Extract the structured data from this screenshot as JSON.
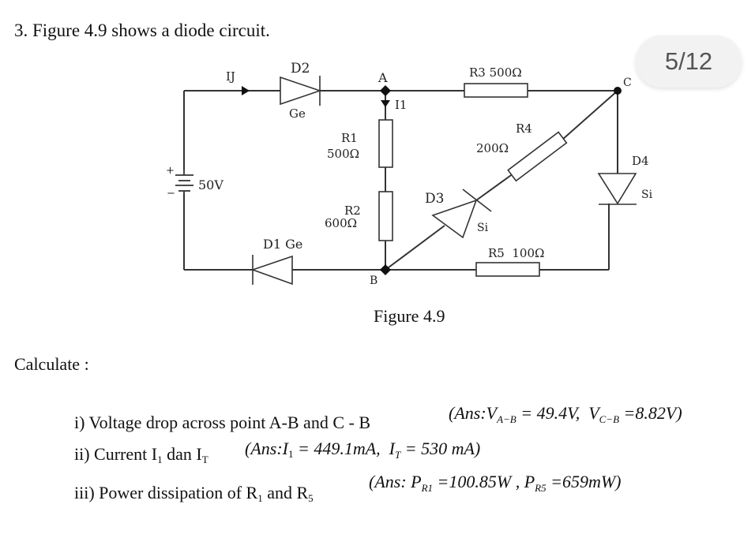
{
  "question": {
    "title": "3. Figure 4.9 shows a diode circuit."
  },
  "page_indicator": "5/12",
  "figure": {
    "caption": "Figure 4.9",
    "labels": {
      "it": "IJ",
      "d2": "D2",
      "d2_material": "Ge",
      "node_a": "A",
      "i1": "I1",
      "r1_name": "R1",
      "r1_value": "500Ω",
      "r2_name": "R2",
      "r2_value": "600Ω",
      "r3": "R3 500Ω",
      "r4_name": "R4",
      "r4_value": "200Ω",
      "node_c": "C",
      "d4": "D4",
      "d4_material": "Si",
      "d3": "D3",
      "d3_material": "Si",
      "r5": "R5  100Ω",
      "node_b": "B",
      "d1": "D1 Ge",
      "source_value": "50V",
      "plus": "+",
      "minus": "−"
    }
  },
  "calculate_label": "Calculate :",
  "items": [
    {
      "text": "i)  Voltage drop across point A-B and C - B",
      "answer": {
        "prefix": "(Ans:V",
        "sub1": "A−B",
        "mid": " = 49.4V,  V",
        "sub2": "C−B",
        "suffix": " =8.82V)"
      }
    },
    {
      "text_prefix": "ii) Current I",
      "text_sub1": "1",
      "text_mid": " dan I",
      "text_sub2": "T",
      "answer": {
        "prefix": "(Ans:I",
        "sub1": "1",
        "mid": " = 449.1mA,  I",
        "sub2": "T",
        "suffix": " = 530 mA)"
      }
    },
    {
      "text_prefix": "iii) Power dissipation of R",
      "text_sub1": "1",
      "text_mid": " and R",
      "text_sub2": "5",
      "answer": {
        "prefix": "(Ans: P",
        "sub1": "R1",
        "mid": " =100.85W , P",
        "sub2": "R5",
        "suffix": " =659mW)"
      }
    }
  ]
}
